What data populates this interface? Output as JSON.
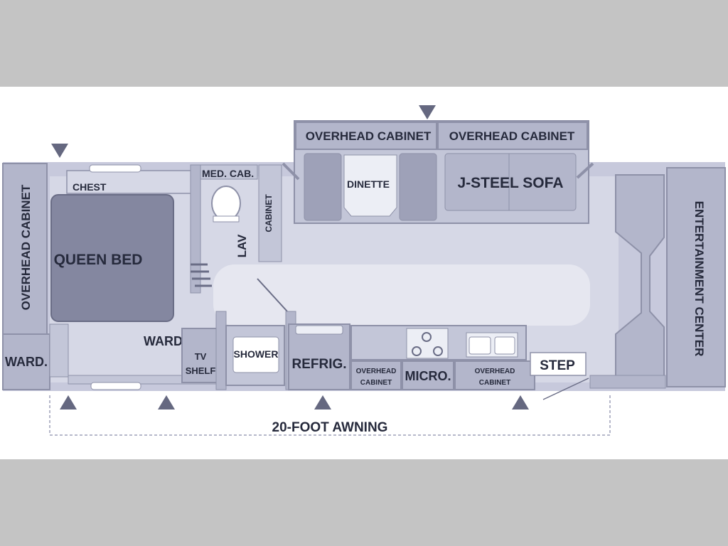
{
  "colors": {
    "background": "#c4c4c4",
    "canvas": "#ffffff",
    "floor": "#d6d8e6",
    "wall": "#8e91a8",
    "panel": "#b3b6cb",
    "bed": "#8487a0",
    "label": "#262a3c",
    "marker": "#656880"
  },
  "labels": {
    "overhead_left": "OVERHEAD CABINET",
    "overhead_top_1": "OVERHEAD CABINET",
    "overhead_top_2": "OVERHEAD CABINET",
    "chest": "CHEST",
    "queen_bed": "QUEEN BED",
    "med_cab": "MED. CAB.",
    "cabinet": "CABINET",
    "lav": "LAV",
    "dinette": "DINETTE",
    "sofa": "J-STEEL SOFA",
    "entertainment": "ENTERTAINMENT CENTER",
    "ward_left": "WARD.",
    "ward_mid": "WARD.",
    "tv_line1": "TV",
    "tv_line2": "SHELF",
    "shower": "SHOWER",
    "refrig": "REFRIG.",
    "overhead_bottom_1a": "OVERHEAD",
    "overhead_bottom_1b": "CABINET",
    "micro": "MICRO.",
    "overhead_bottom_2a": "OVERHEAD",
    "overhead_bottom_2b": "CABINET",
    "step": "STEP",
    "awning": "20-FOOT AWNING"
  },
  "icons": {
    "marker": "triangle",
    "toilet": "toilet-icon",
    "stove": "stove-burners-icon",
    "sink": "double-sink-icon"
  }
}
